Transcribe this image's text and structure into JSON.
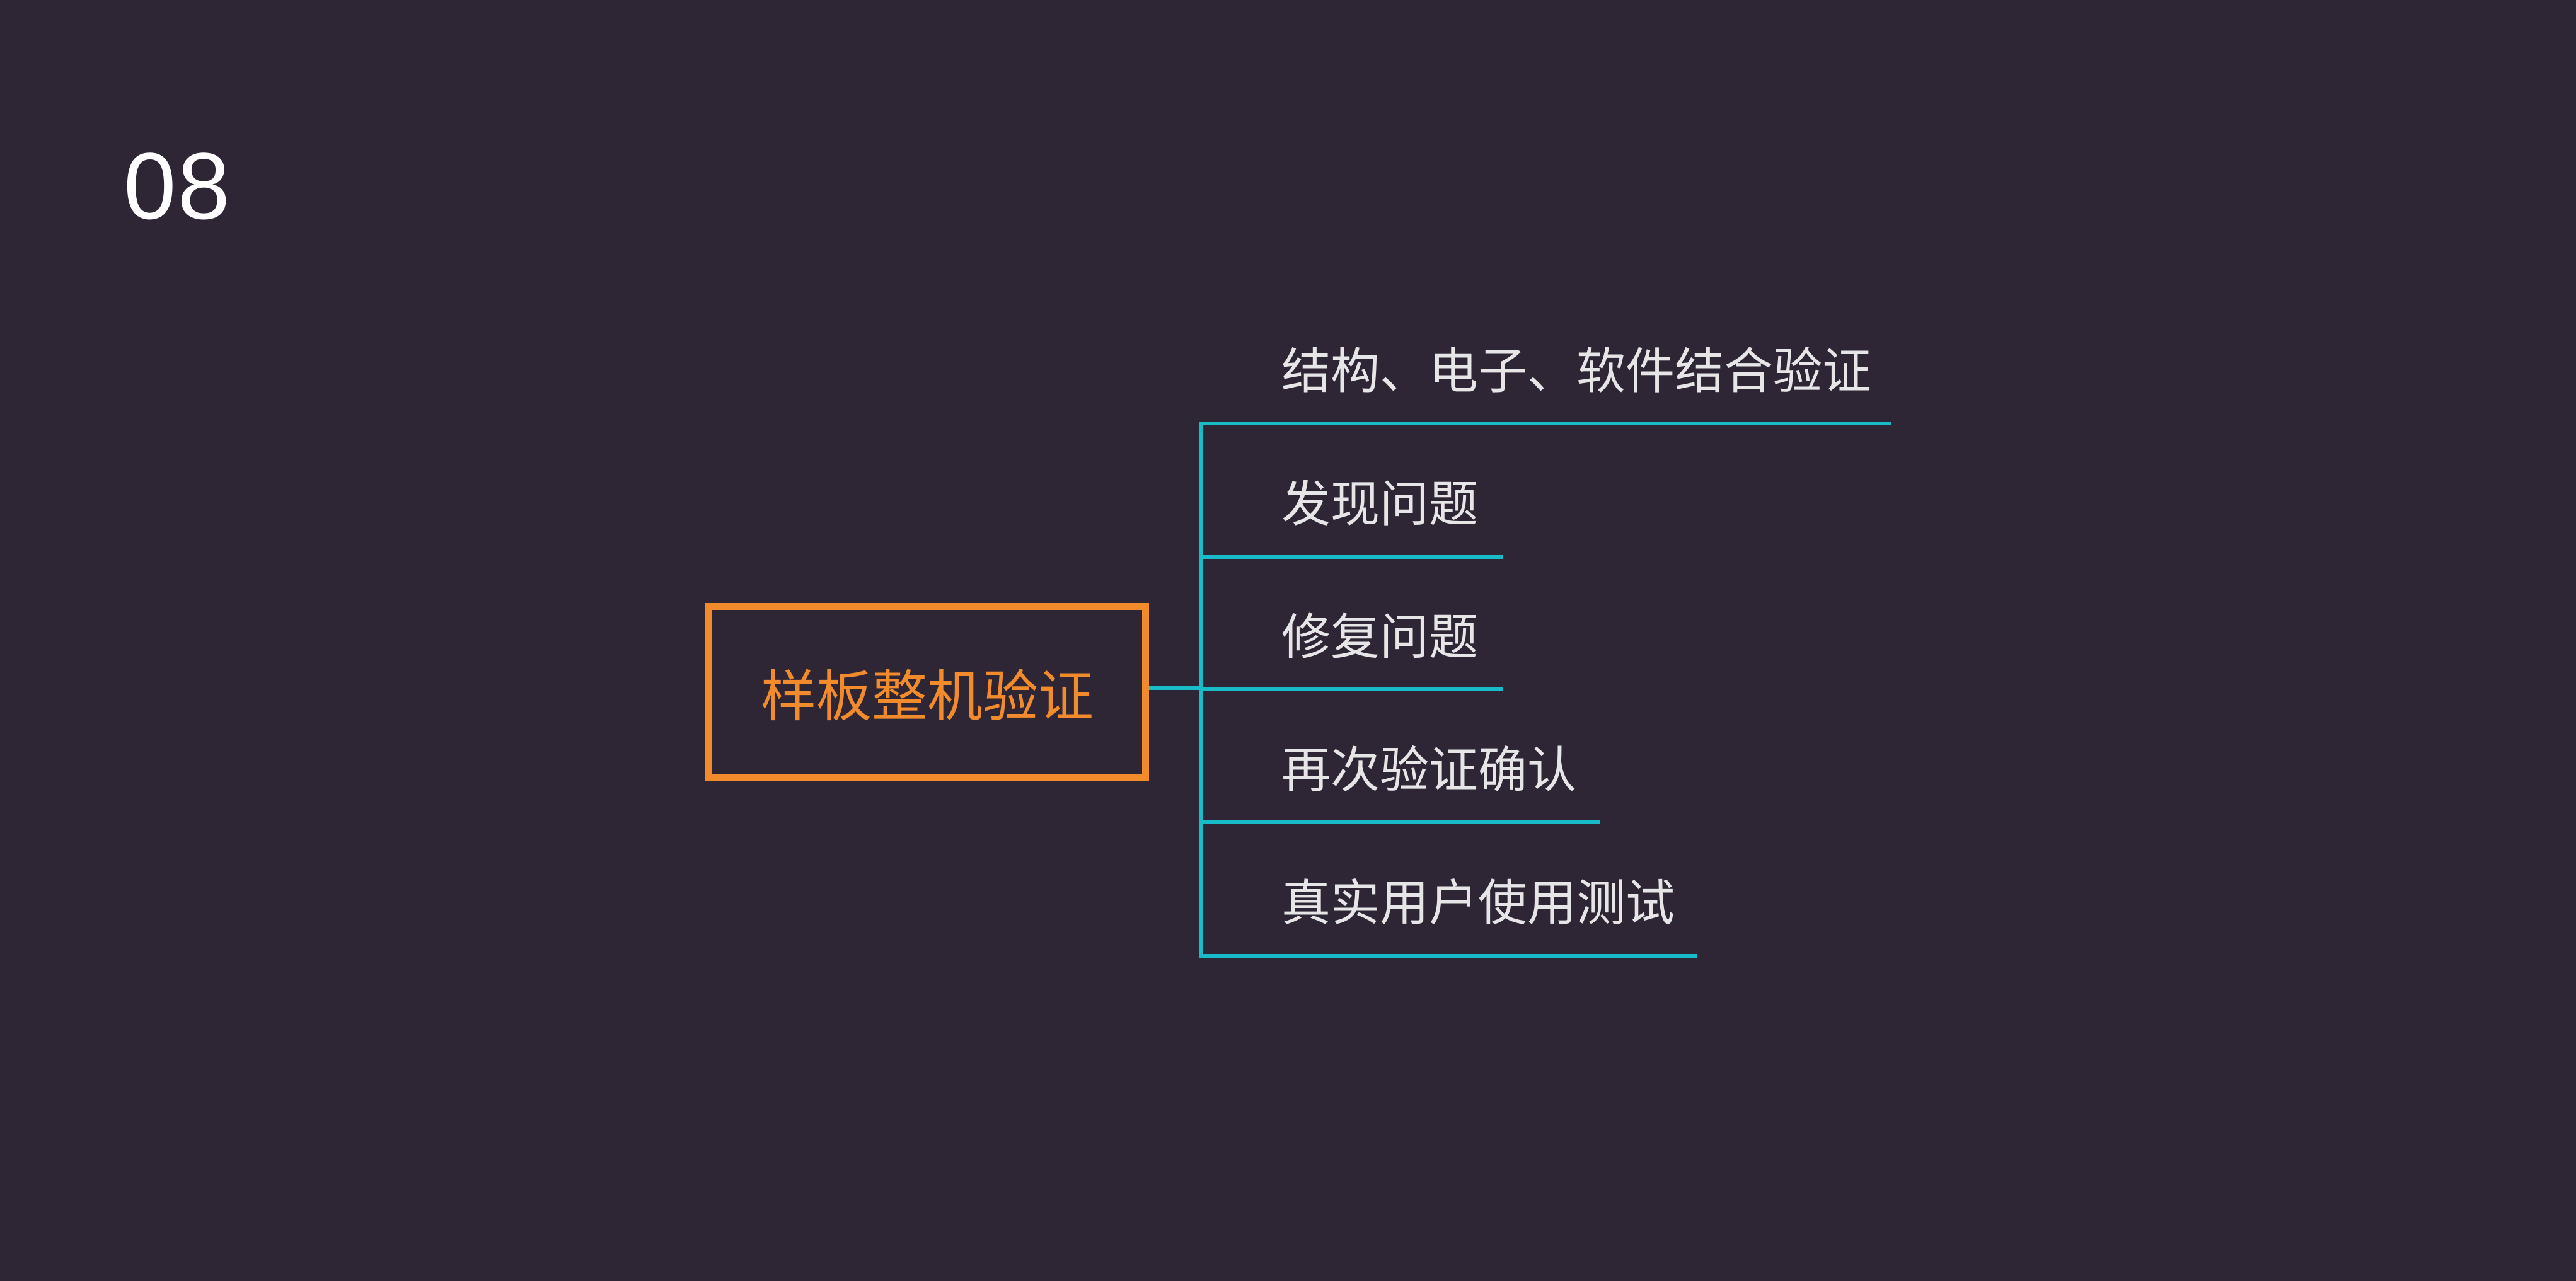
{
  "slide": {
    "number": "08"
  },
  "diagram": {
    "root": {
      "label": "样板整机验证",
      "color": "#f28b2c"
    },
    "connector_color": "#18bcc8",
    "background": "#2e2535",
    "branches": [
      {
        "label": "结构、电子、软件结合验证"
      },
      {
        "label": "发现问题"
      },
      {
        "label": "修复问题"
      },
      {
        "label": "再次验证确认"
      },
      {
        "label": "真实用户使用测试"
      }
    ]
  }
}
